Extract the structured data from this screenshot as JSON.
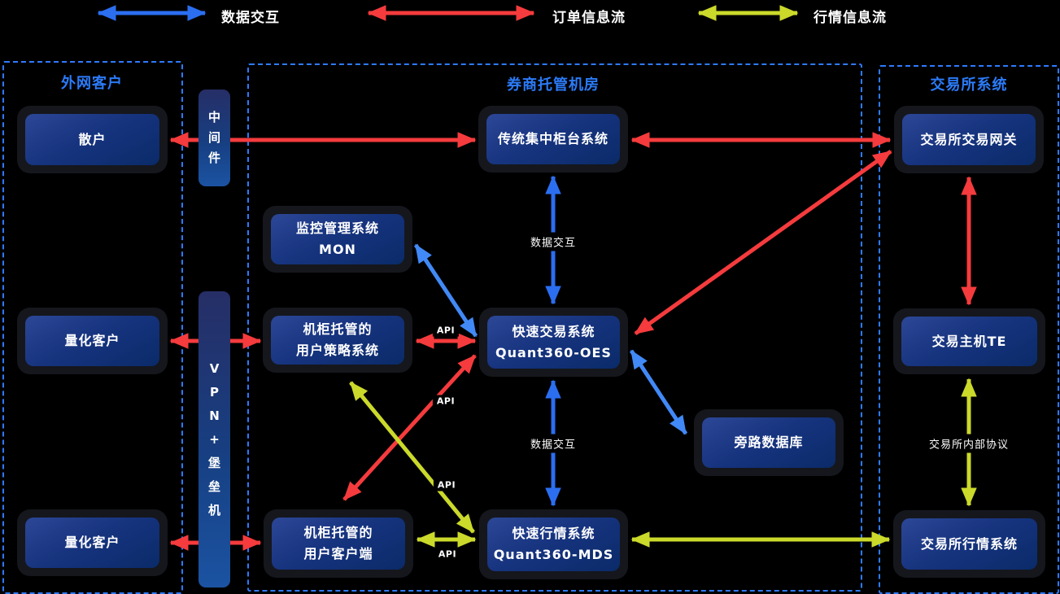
{
  "legend": {
    "items": [
      {
        "label": "数据交互",
        "color": "#2b6ef0"
      },
      {
        "label": "订单信息流",
        "color": "#f53b3d"
      },
      {
        "label": "行情信息流",
        "color": "#cbd92b"
      }
    ]
  },
  "sections": {
    "external": {
      "title": "外网客户"
    },
    "broker": {
      "title": "券商托管机房"
    },
    "exchange": {
      "title": "交易所系统"
    }
  },
  "bars": {
    "middleware": "中间件",
    "vpn": "VPN+堡垒机"
  },
  "nodes": {
    "retail": {
      "lines": [
        "散户"
      ]
    },
    "quant1": {
      "lines": [
        "量化客户"
      ]
    },
    "quant2": {
      "lines": [
        "量化客户"
      ]
    },
    "counter": {
      "lines": [
        "传统集中柜台系统"
      ]
    },
    "mon": {
      "lines": [
        "监控管理系统",
        "MON"
      ]
    },
    "strategy": {
      "lines": [
        "机柜托管的",
        "用户策略系统"
      ]
    },
    "oes": {
      "lines": [
        "快速交易系统",
        "Quant360-OES"
      ]
    },
    "bypass_db": {
      "lines": [
        "旁路数据库"
      ]
    },
    "client": {
      "lines": [
        "机柜托管的",
        "用户客户端"
      ]
    },
    "mds": {
      "lines": [
        "快速行情系统",
        "Quant360-MDS"
      ]
    },
    "gateway": {
      "lines": [
        "交易所交易网关"
      ]
    },
    "te": {
      "lines": [
        "交易主机TE"
      ]
    },
    "market": {
      "lines": [
        "交易所行情系统"
      ]
    }
  },
  "edge_labels": {
    "data_interaction": "数据交互",
    "api": "API",
    "internal_protocol": "交易所内部协议"
  },
  "colors": {
    "background": "#000000",
    "section_border": "#2e7bff",
    "section_title": "#2c7bf8",
    "arrow_blue": "#2b6ef0",
    "arrow_blue_light": "#4189f6",
    "arrow_red": "#f53b3d",
    "arrow_yellow": "#cbd92b",
    "node_frame": "#15171d",
    "node_gradient_top": "#2c4796",
    "node_gradient_bottom": "#0a2b69"
  }
}
